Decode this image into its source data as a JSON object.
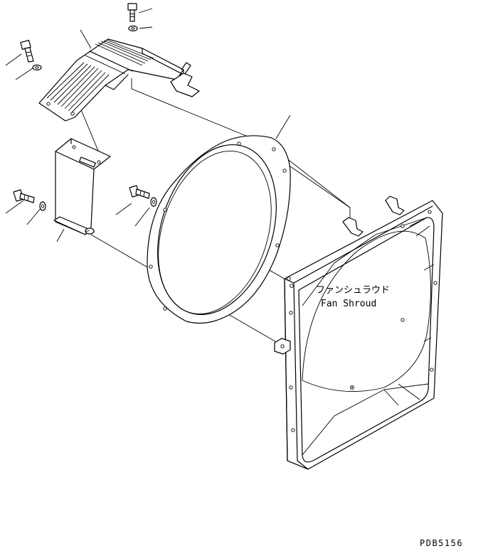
{
  "labels": {
    "part_name_jp": "ファンシュラウド",
    "part_name_en": "Fan Shroud",
    "drawing_code": "PDB5156"
  },
  "colors": {
    "line": "#000000",
    "background": "#ffffff"
  }
}
